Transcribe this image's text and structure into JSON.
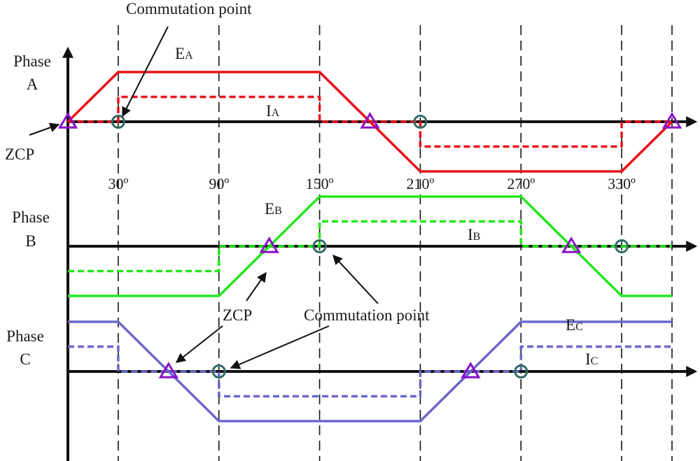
{
  "colors": {
    "phase_a": "#e8101a",
    "phase_b": "#22e81a",
    "phase_c": "#6b67cc",
    "axis": "#111111",
    "zcp_marker": "#8a0fc8",
    "commutation_marker": "#2f6b64"
  },
  "labels": {
    "commutation_point_top": "Commutation point",
    "commutation_point_middle": "Commutation point",
    "zcp_left": "ZCP",
    "zcp_middle": "ZCP"
  },
  "phases": [
    {
      "line1": "Phase",
      "line2": "A",
      "emf_main": "E",
      "emf_sub": "A",
      "cur_main": "I",
      "cur_sub": "A",
      "emf_wave": [
        [
          0,
          0
        ],
        [
          30,
          1
        ],
        [
          150,
          1
        ],
        [
          210,
          -1
        ],
        [
          330,
          -1
        ],
        [
          360,
          0
        ]
      ],
      "current_wave": [
        [
          0,
          0
        ],
        [
          30,
          0
        ],
        [
          30,
          0.5
        ],
        [
          150,
          0.5
        ],
        [
          150,
          0
        ],
        [
          210,
          0
        ],
        [
          210,
          -0.5
        ],
        [
          330,
          -0.5
        ],
        [
          330,
          0
        ],
        [
          360,
          0
        ]
      ],
      "zcp_angles": [
        0,
        180,
        360
      ],
      "commutation_angles": [
        30,
        210
      ]
    },
    {
      "line1": "Phase",
      "line2": "B",
      "emf_main": "E",
      "emf_sub": "B",
      "cur_main": "I",
      "cur_sub": "B",
      "emf_wave": [
        [
          0,
          -1
        ],
        [
          90,
          -1
        ],
        [
          150,
          1
        ],
        [
          270,
          1
        ],
        [
          330,
          -1
        ],
        [
          360,
          -1
        ]
      ],
      "current_wave": [
        [
          0,
          -0.5
        ],
        [
          90,
          -0.5
        ],
        [
          90,
          0
        ],
        [
          150,
          0
        ],
        [
          150,
          0.5
        ],
        [
          270,
          0.5
        ],
        [
          270,
          0
        ],
        [
          360,
          0
        ]
      ],
      "zcp_angles": [
        120,
        300
      ],
      "commutation_angles": [
        150,
        330
      ]
    },
    {
      "line1": "Phase",
      "line2": "C",
      "emf_main": "E",
      "emf_sub": "C",
      "cur_main": "I",
      "cur_sub": "C",
      "emf_wave": [
        [
          0,
          1
        ],
        [
          30,
          1
        ],
        [
          90,
          -1
        ],
        [
          210,
          -1
        ],
        [
          270,
          1
        ],
        [
          360,
          1
        ]
      ],
      "current_wave": [
        [
          0,
          0.5
        ],
        [
          30,
          0.5
        ],
        [
          30,
          0
        ],
        [
          90,
          0
        ],
        [
          90,
          -0.5
        ],
        [
          210,
          -0.5
        ],
        [
          210,
          0
        ],
        [
          270,
          0
        ],
        [
          270,
          0.5
        ],
        [
          360,
          0.5
        ]
      ],
      "zcp_angles": [
        60,
        240
      ],
      "commutation_angles": [
        90,
        270
      ]
    }
  ],
  "angle_ticks": [
    {
      "angle": 30,
      "label": "30º"
    },
    {
      "angle": 90,
      "label": "90º"
    },
    {
      "angle": 150,
      "label": "150º"
    },
    {
      "angle": 210,
      "label": "210º"
    },
    {
      "angle": 270,
      "label": "270º"
    },
    {
      "angle": 330,
      "label": "330º"
    }
  ],
  "guide_angles": [
    30,
    90,
    150,
    210,
    270,
    330,
    360
  ]
}
